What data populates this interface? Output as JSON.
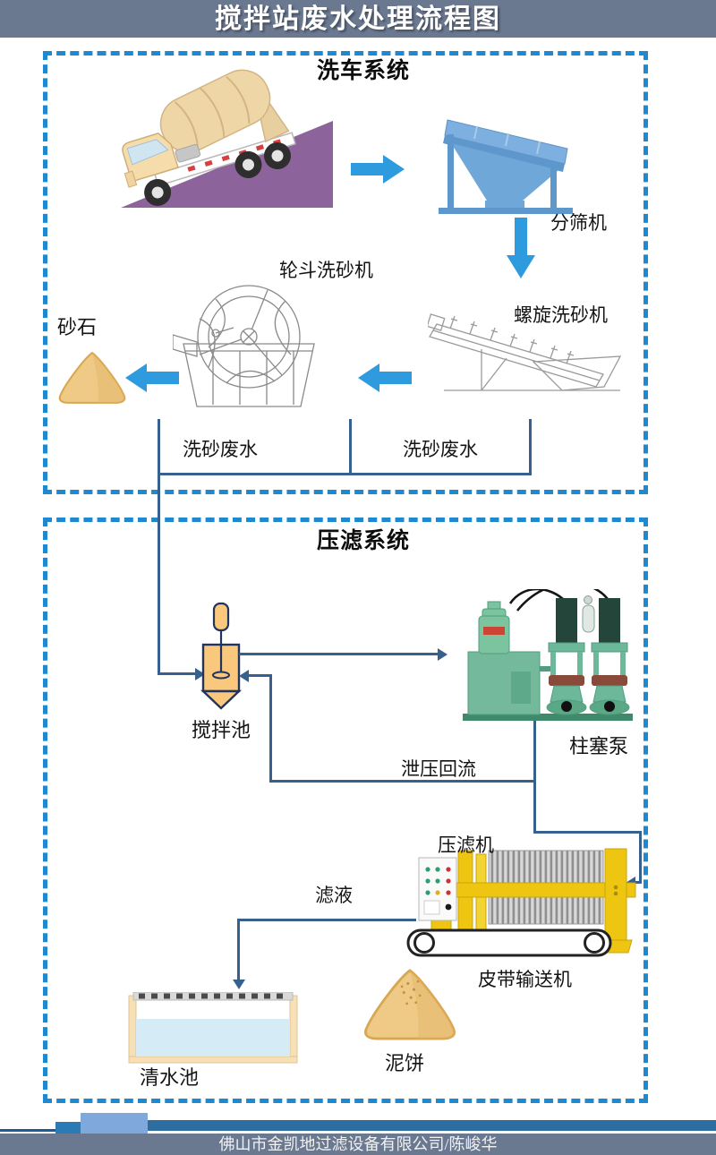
{
  "header": {
    "title": "搅拌站废水处理流程图"
  },
  "wash_system": {
    "title": "洗车系统",
    "labels": {
      "screener": "分筛机",
      "wheel_washer": "轮斗洗砂机",
      "spiral_washer": "螺旋洗砂机",
      "sand": "砂石",
      "wastewater_left": "洗砂废水",
      "wastewater_right": "洗砂废水"
    }
  },
  "press_system": {
    "title": "压滤系统",
    "labels": {
      "mixing_tank": "搅拌池",
      "plunger_pump": "柱塞泵",
      "relief_return": "泄压回流",
      "filter_press": "压滤机",
      "belt_conveyor": "皮带输送机",
      "filtrate": "滤液",
      "clear_water_tank": "清水池",
      "mud_cake": "泥饼"
    }
  },
  "footer": {
    "company": "佛山市金凯地过滤设备有限公司/陈峻华"
  },
  "colors": {
    "header_bg": "#6a7890",
    "footer_bg": "#6a7890",
    "footer_stripe": "#2e6da0",
    "footer_stripe_light": "#7fa8dc",
    "dashed_border": "#1e88d0",
    "flow_arrow_blue": "#2e9bdf",
    "connector_line": "#36618e",
    "machine_blue": "#6fa7d9",
    "tank_orange": "#f9c87d",
    "pump_green": "#74b99c",
    "press_yellow": "#eec511",
    "sand_tan": "#eeca86",
    "water_blue": "#d5ebf5",
    "ramp_purple": "#8d639c"
  }
}
